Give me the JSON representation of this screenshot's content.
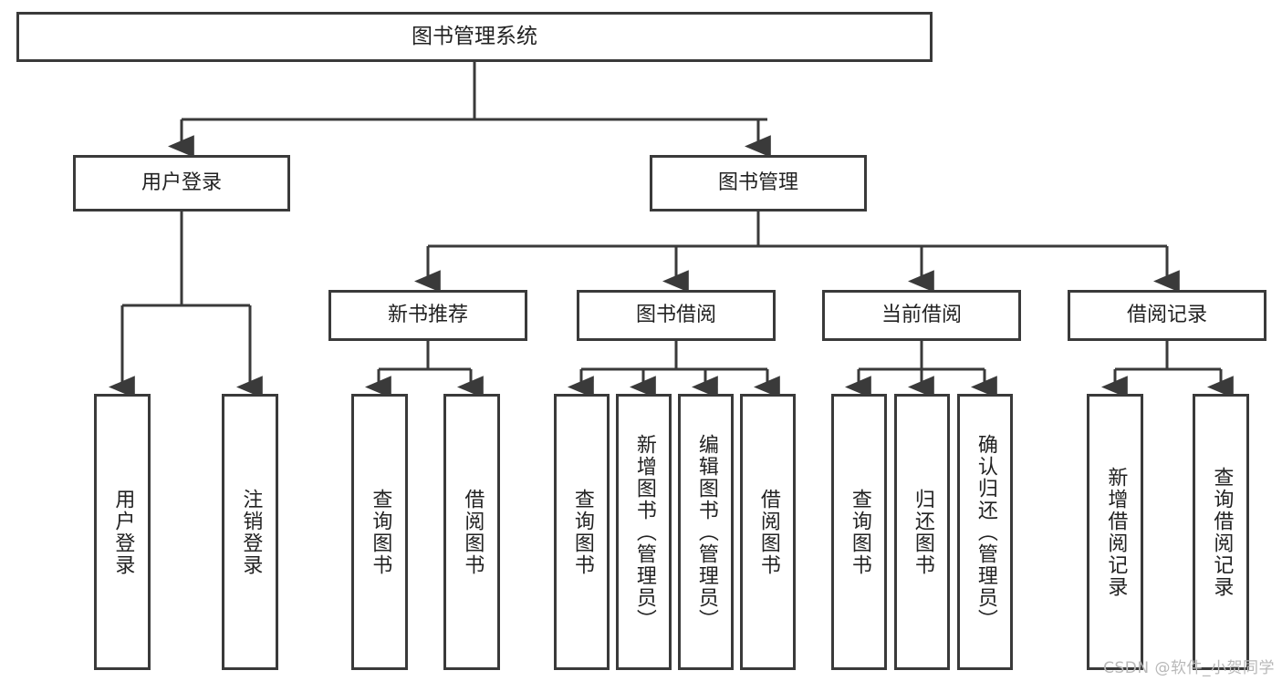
{
  "diagram": {
    "type": "tree",
    "title": "图书管理系统",
    "root": {
      "label": "图书管理系统"
    },
    "level1": [
      {
        "id": "user-login",
        "label": "用户登录"
      },
      {
        "id": "book-manage",
        "label": "图书管理"
      }
    ],
    "level2": [
      {
        "id": "new-book-recommend",
        "label": "新书推荐",
        "parent": "book-manage"
      },
      {
        "id": "book-borrow",
        "label": "图书借阅",
        "parent": "book-manage"
      },
      {
        "id": "current-borrow",
        "label": "当前借阅",
        "parent": "book-manage"
      },
      {
        "id": "borrow-record",
        "label": "借阅记录",
        "parent": "book-manage"
      }
    ],
    "leaves": [
      {
        "id": "leaf-user-login",
        "label": "用户登录",
        "parent": "user-login"
      },
      {
        "id": "leaf-user-logout",
        "label": "注销登录",
        "parent": "user-login"
      },
      {
        "id": "leaf-query-book-1",
        "label": "查询图书",
        "parent": "new-book-recommend"
      },
      {
        "id": "leaf-borrow-book-1",
        "label": "借阅图书",
        "parent": "new-book-recommend"
      },
      {
        "id": "leaf-query-book-2",
        "label": "查询图书",
        "parent": "book-borrow"
      },
      {
        "id": "leaf-add-book",
        "label": "新增图书（管理员）",
        "parent": "book-borrow"
      },
      {
        "id": "leaf-edit-book",
        "label": "编辑图书（管理员）",
        "parent": "book-borrow"
      },
      {
        "id": "leaf-borrow-book-2",
        "label": "借阅图书",
        "parent": "book-borrow"
      },
      {
        "id": "leaf-query-book-3",
        "label": "查询图书",
        "parent": "current-borrow"
      },
      {
        "id": "leaf-return-book",
        "label": "归还图书",
        "parent": "current-borrow"
      },
      {
        "id": "leaf-confirm-return",
        "label": "确认归还（管理员）",
        "parent": "current-borrow"
      },
      {
        "id": "leaf-add-record",
        "label": "新增借阅记录",
        "parent": "borrow-record"
      },
      {
        "id": "leaf-query-record",
        "label": "查询借阅记录",
        "parent": "borrow-record"
      }
    ],
    "colors": {
      "stroke": "#3a3a3a",
      "fill": "#ffffff",
      "text": "#222222",
      "watermark": "#b8b8b8"
    }
  },
  "watermark": {
    "text": "CSDN @软件_小贺同学"
  }
}
